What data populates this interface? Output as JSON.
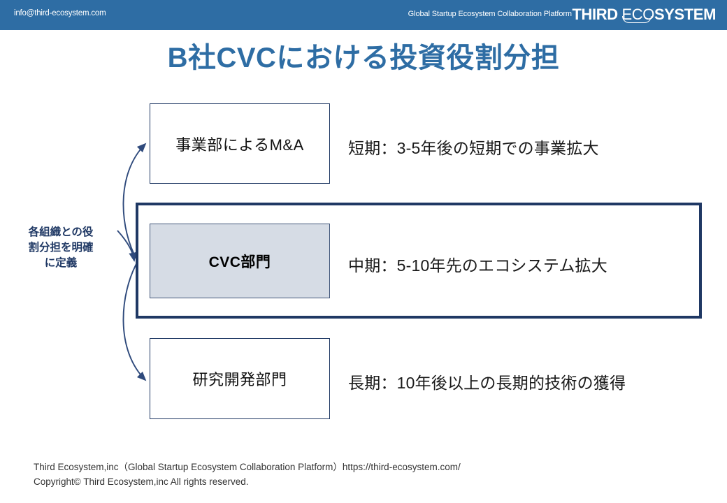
{
  "header": {
    "email": "info@third-ecosystem.com",
    "tagline": "Global Startup Ecosystem Collaboration Platform",
    "logo_first": "THIRD",
    "logo_eco": "ECO",
    "logo_system": "SYSTEM",
    "background_color": "#2e6da4"
  },
  "title": {
    "text": "B社CVCにおける投資役割分担",
    "color": "#2e6da4"
  },
  "left_note": {
    "line1": "各組織との役",
    "line2": "割分担を明確",
    "line3": "に定義",
    "color": "#1f3864"
  },
  "diagram": {
    "boxes": [
      {
        "id": "ma",
        "label": "事業部によるM&A",
        "fill": "#ffffff",
        "border": "#1f3864"
      },
      {
        "id": "cvc",
        "label": "CVC部門",
        "fill": "#d6dce5",
        "border": "#41567a"
      },
      {
        "id": "rd",
        "label": "研究開発部門",
        "fill": "#ffffff",
        "border": "#1f3864"
      }
    ],
    "highlight_frame_color": "#1f3864",
    "arrow_color": "#2f4a7c",
    "horizons": [
      {
        "id": "short",
        "text": "短期：3-5年後の短期での事業拡大"
      },
      {
        "id": "mid",
        "text": "中期：5-10年先のエコシステム拡大"
      },
      {
        "id": "long",
        "text": "長期：10年後以上の長期的技術の獲得"
      }
    ]
  },
  "footer": {
    "line1": "Third Ecosystem,inc（Global Startup Ecosystem Collaboration Platform）https://third-ecosystem.com/",
    "line2": "Copyright© Third Ecosystem,inc  All rights reserved."
  }
}
